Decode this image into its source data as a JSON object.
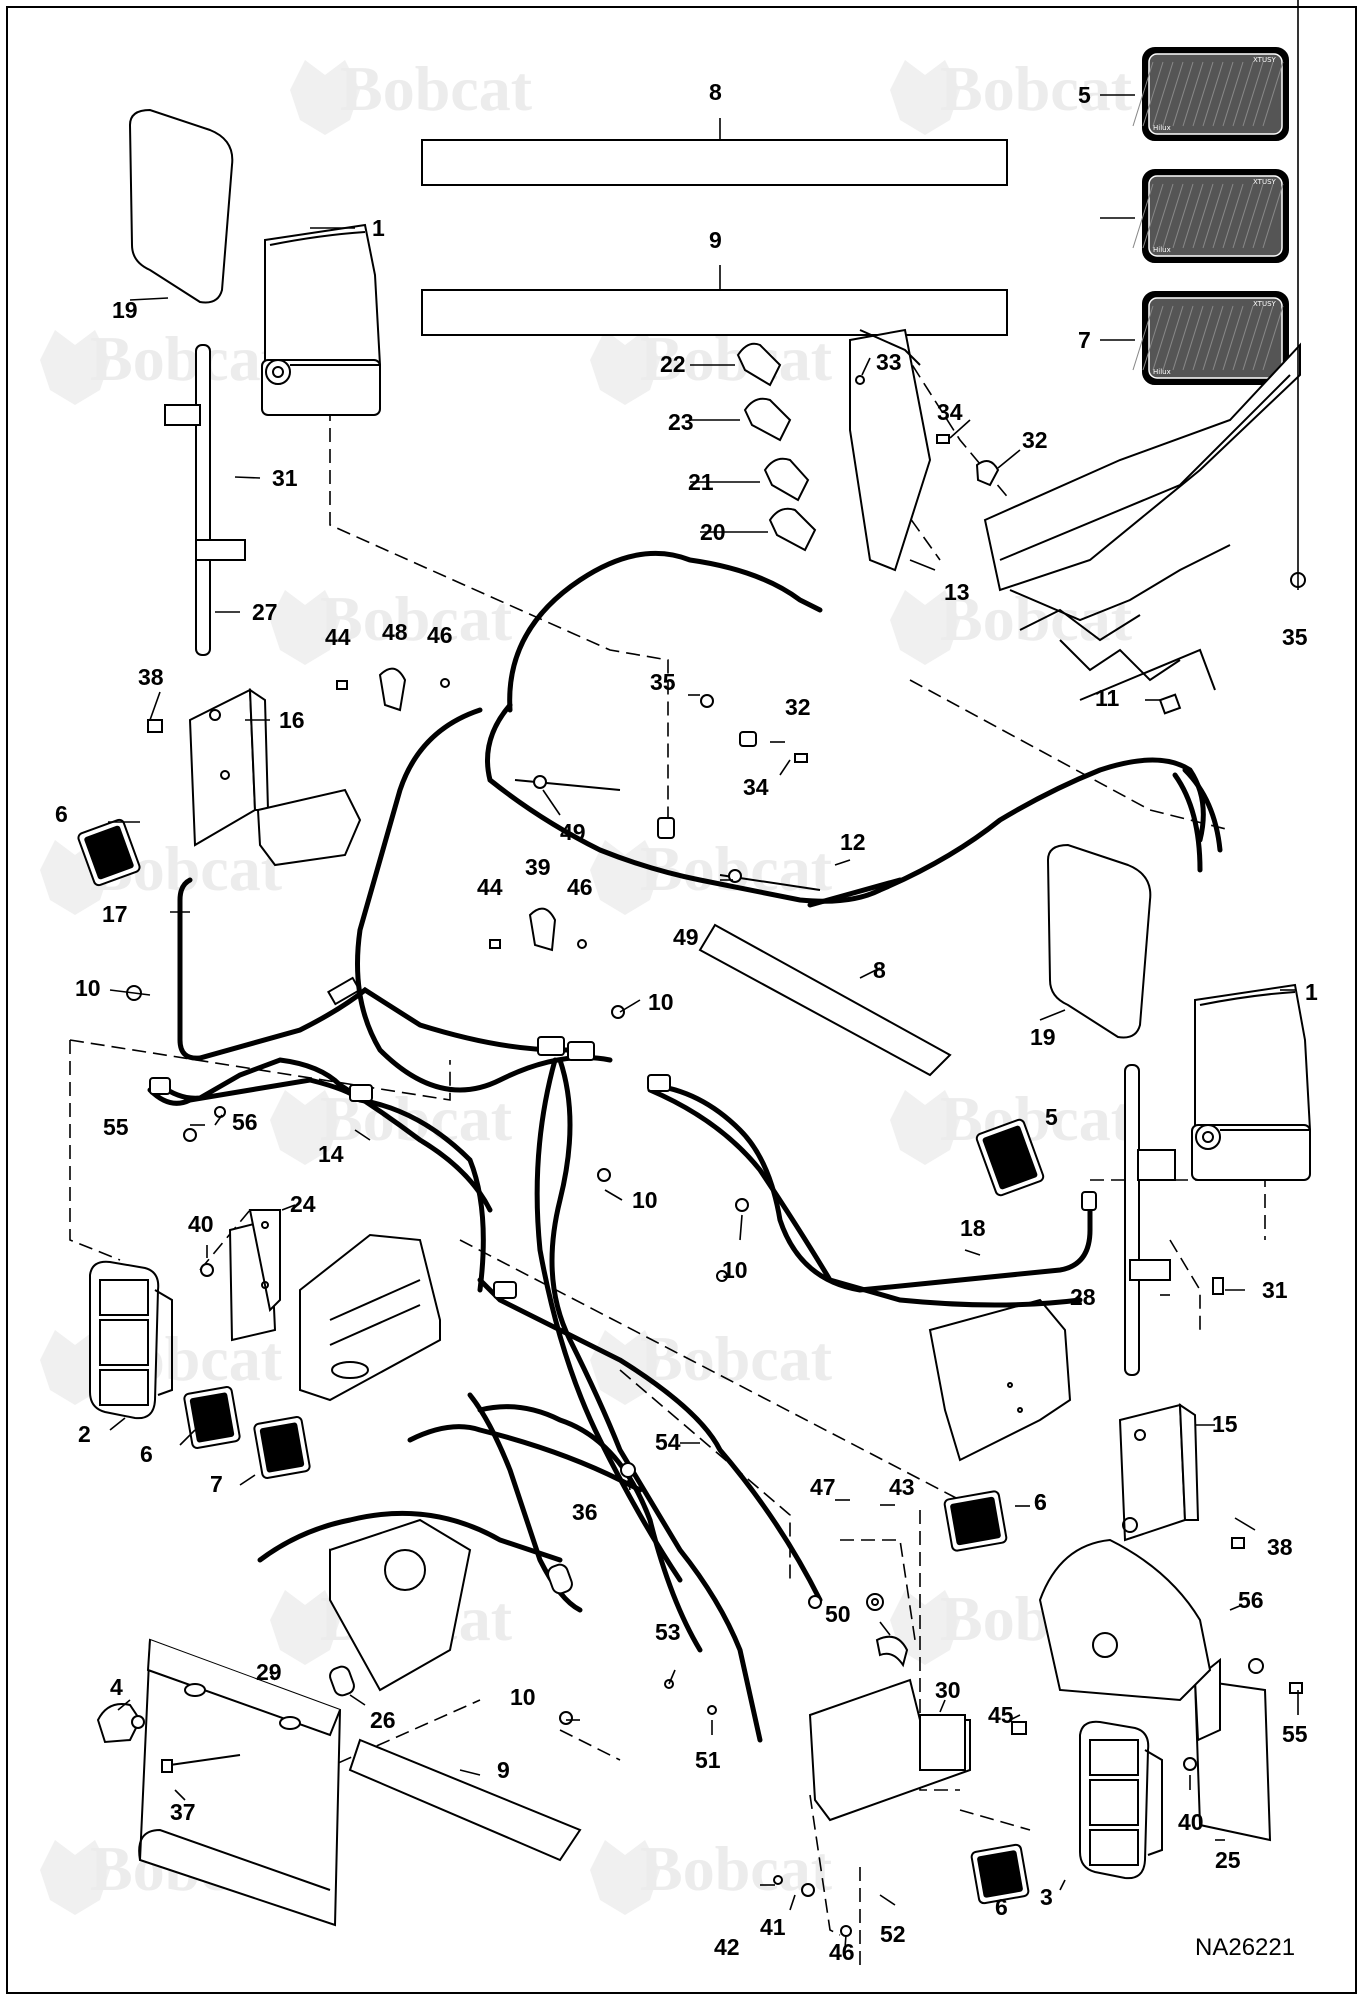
{
  "watermark": {
    "brand": "Bobcat"
  },
  "drawing_id": "NA26221",
  "callouts": [
    {
      "id": "c-1a",
      "text": "1"
    },
    {
      "id": "c-1b",
      "text": "1"
    },
    {
      "id": "c-2",
      "text": "2"
    },
    {
      "id": "c-3",
      "text": "3"
    },
    {
      "id": "c-4",
      "text": "4"
    },
    {
      "id": "c-5a",
      "text": "5"
    },
    {
      "id": "c-5b",
      "text": "5"
    },
    {
      "id": "c-6a",
      "text": "6"
    },
    {
      "id": "c-6b",
      "text": "6"
    },
    {
      "id": "c-6c",
      "text": "6"
    },
    {
      "id": "c-6d",
      "text": "6"
    },
    {
      "id": "c-6e",
      "text": "6"
    },
    {
      "id": "c-7a",
      "text": "7"
    },
    {
      "id": "c-7b",
      "text": "7"
    },
    {
      "id": "c-8a",
      "text": "8"
    },
    {
      "id": "c-8b",
      "text": "8"
    },
    {
      "id": "c-9a",
      "text": "9"
    },
    {
      "id": "c-9b",
      "text": "9"
    },
    {
      "id": "c-10a",
      "text": "10"
    },
    {
      "id": "c-10b",
      "text": "10"
    },
    {
      "id": "c-10c",
      "text": "10"
    },
    {
      "id": "c-10d",
      "text": "10"
    },
    {
      "id": "c-10e",
      "text": "10"
    },
    {
      "id": "c-11",
      "text": "11"
    },
    {
      "id": "c-12",
      "text": "12"
    },
    {
      "id": "c-13",
      "text": "13"
    },
    {
      "id": "c-14",
      "text": "14"
    },
    {
      "id": "c-15",
      "text": "15"
    },
    {
      "id": "c-16",
      "text": "16"
    },
    {
      "id": "c-17",
      "text": "17"
    },
    {
      "id": "c-18",
      "text": "18"
    },
    {
      "id": "c-19a",
      "text": "19"
    },
    {
      "id": "c-19b",
      "text": "19"
    },
    {
      "id": "c-20",
      "text": "20"
    },
    {
      "id": "c-21",
      "text": "21"
    },
    {
      "id": "c-22",
      "text": "22"
    },
    {
      "id": "c-23",
      "text": "23"
    },
    {
      "id": "c-24",
      "text": "24"
    },
    {
      "id": "c-25",
      "text": "25"
    },
    {
      "id": "c-26",
      "text": "26"
    },
    {
      "id": "c-27",
      "text": "27"
    },
    {
      "id": "c-28",
      "text": "28"
    },
    {
      "id": "c-29",
      "text": "29"
    },
    {
      "id": "c-30",
      "text": "30"
    },
    {
      "id": "c-31a",
      "text": "31"
    },
    {
      "id": "c-31b",
      "text": "31"
    },
    {
      "id": "c-32a",
      "text": "32"
    },
    {
      "id": "c-32b",
      "text": "32"
    },
    {
      "id": "c-33",
      "text": "33"
    },
    {
      "id": "c-34a",
      "text": "34"
    },
    {
      "id": "c-34b",
      "text": "34"
    },
    {
      "id": "c-35a",
      "text": "35"
    },
    {
      "id": "c-35b",
      "text": "35"
    },
    {
      "id": "c-36",
      "text": "36"
    },
    {
      "id": "c-37",
      "text": "37"
    },
    {
      "id": "c-38a",
      "text": "38"
    },
    {
      "id": "c-38b",
      "text": "38"
    },
    {
      "id": "c-39",
      "text": "39"
    },
    {
      "id": "c-40a",
      "text": "40"
    },
    {
      "id": "c-40b",
      "text": "40"
    },
    {
      "id": "c-41",
      "text": "41"
    },
    {
      "id": "c-42",
      "text": "42"
    },
    {
      "id": "c-43",
      "text": "43"
    },
    {
      "id": "c-44a",
      "text": "44"
    },
    {
      "id": "c-44b",
      "text": "44"
    },
    {
      "id": "c-45",
      "text": "45"
    },
    {
      "id": "c-46a",
      "text": "46"
    },
    {
      "id": "c-46b",
      "text": "46"
    },
    {
      "id": "c-46c",
      "text": "46"
    },
    {
      "id": "c-47",
      "text": "47"
    },
    {
      "id": "c-48",
      "text": "48"
    },
    {
      "id": "c-49a",
      "text": "49"
    },
    {
      "id": "c-49b",
      "text": "49"
    },
    {
      "id": "c-50",
      "text": "50"
    },
    {
      "id": "c-51",
      "text": "51"
    },
    {
      "id": "c-52",
      "text": "52"
    },
    {
      "id": "c-53",
      "text": "53"
    },
    {
      "id": "c-54",
      "text": "54"
    },
    {
      "id": "c-55a",
      "text": "55"
    },
    {
      "id": "c-55b",
      "text": "55"
    },
    {
      "id": "c-56a",
      "text": "56"
    },
    {
      "id": "c-56b",
      "text": "56"
    }
  ],
  "reflector_decal": {
    "brand_text": "Hilux",
    "corner_text": "XTUSY"
  }
}
